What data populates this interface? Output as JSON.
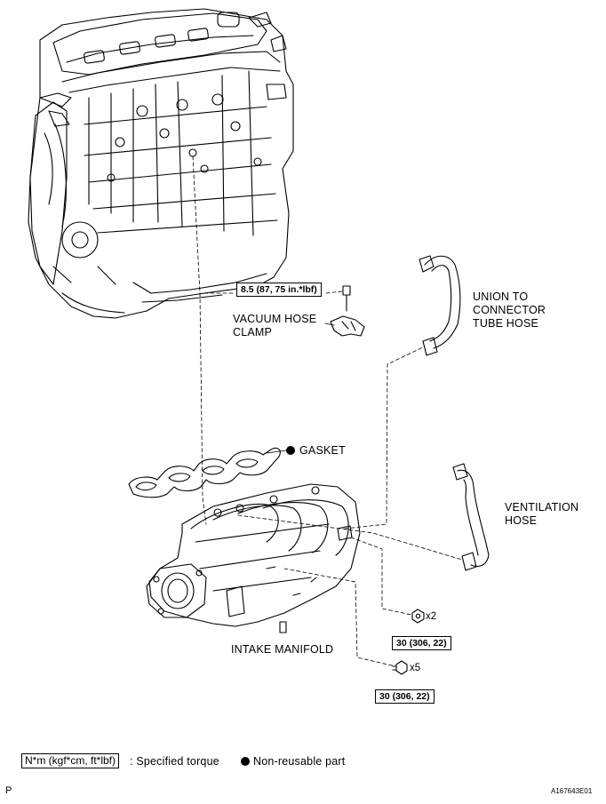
{
  "labels": {
    "vacuum_hose_clamp": [
      "VACUUM HOSE",
      "CLAMP"
    ],
    "union_hose": [
      "UNION TO",
      "CONNECTOR",
      "TUBE HOSE"
    ],
    "gasket": "GASKET",
    "ventilation_hose": [
      "VENTILATION",
      "HOSE"
    ],
    "intake_manifold": "INTAKE MANIFOLD"
  },
  "torques": {
    "clamp_bolt": "8.5 (87, 75 in.*lbf)",
    "nut": "30 (306, 22)",
    "bolt": "30 (306, 22)"
  },
  "quantities": {
    "nut": "x2",
    "bolt": "x5"
  },
  "legend": {
    "torque_unit": "N*m (kgf*cm, ft*lbf)",
    "torque_text": ": Specified torque",
    "non_reusable_text": "Non-reusable part"
  },
  "corner": {
    "left": "P",
    "right": "A167643E01"
  }
}
